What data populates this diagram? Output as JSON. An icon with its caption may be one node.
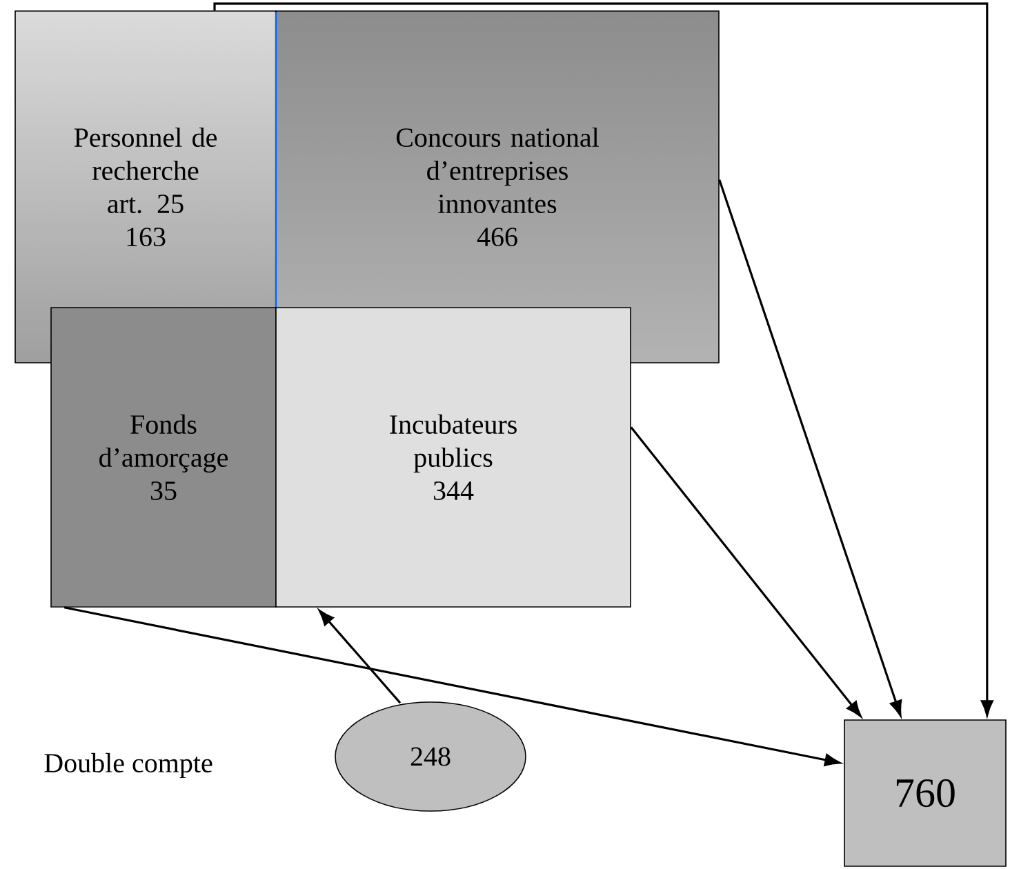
{
  "diagram": {
    "nodes": [
      {
        "text": [
          "Personnel de recherche art. 25",
          "163"
        ]
      },
      {
        "text": [
          "Concours national d’entreprises innovantes",
          "466"
        ]
      },
      {
        "text": [
          "Fonds d’amorçage",
          "35"
        ]
      },
      {
        "text": [
          "Incubateurs publics",
          "344"
        ]
      },
      {
        "text": [
          "248"
        ]
      },
      {
        "text": [
          "760"
        ]
      }
    ],
    "edges": [
      {
        "from": 0,
        "to": 5,
        "arrow": "to"
      },
      {
        "from": 1,
        "to": 5,
        "arrow": "to"
      },
      {
        "from": 3,
        "to": 5,
        "arrow": "to"
      },
      {
        "from": 2,
        "to": 5,
        "arrow": "to"
      },
      {
        "from": 4,
        "to": 3,
        "arrow": "to"
      }
    ],
    "labels": [
      "Double compte"
    ]
  }
}
